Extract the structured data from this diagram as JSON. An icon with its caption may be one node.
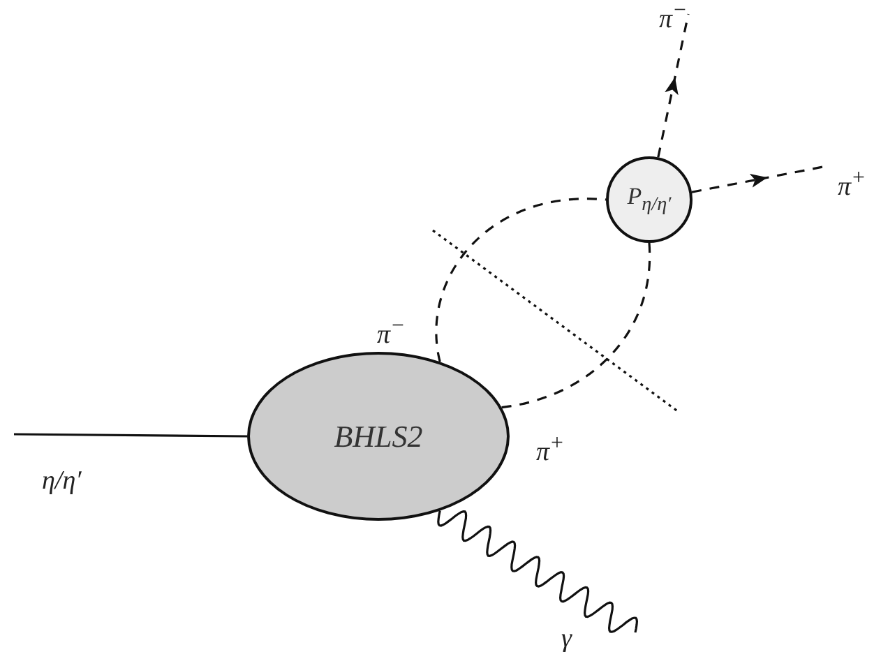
{
  "diagram": {
    "nodes": [
      {
        "text": [
          "BHLS2"
        ]
      },
      {
        "text": [
          "P$_{η/η′}$"
        ]
      }
    ],
    "edges": [
      {
        "from": null,
        "to": 0,
        "arrow": "none",
        "label": "η/η′"
      },
      {
        "from": 0,
        "to": null,
        "arrow": "none",
        "label": "γ"
      },
      {
        "from": 0,
        "to": 1,
        "arrow": "none",
        "label": "π$^{−}$",
        "style": "dashed"
      },
      {
        "from": 0,
        "to": 1,
        "arrow": "none",
        "label": "π$^{+}$",
        "style": "dashed"
      },
      {
        "from": 1,
        "to": null,
        "arrow": "to",
        "label": "π$^{−}$",
        "style": "dashed"
      },
      {
        "from": 1,
        "to": null,
        "arrow": "to",
        "label": "π$^{+}$",
        "style": "dashed"
      }
    ]
  }
}
